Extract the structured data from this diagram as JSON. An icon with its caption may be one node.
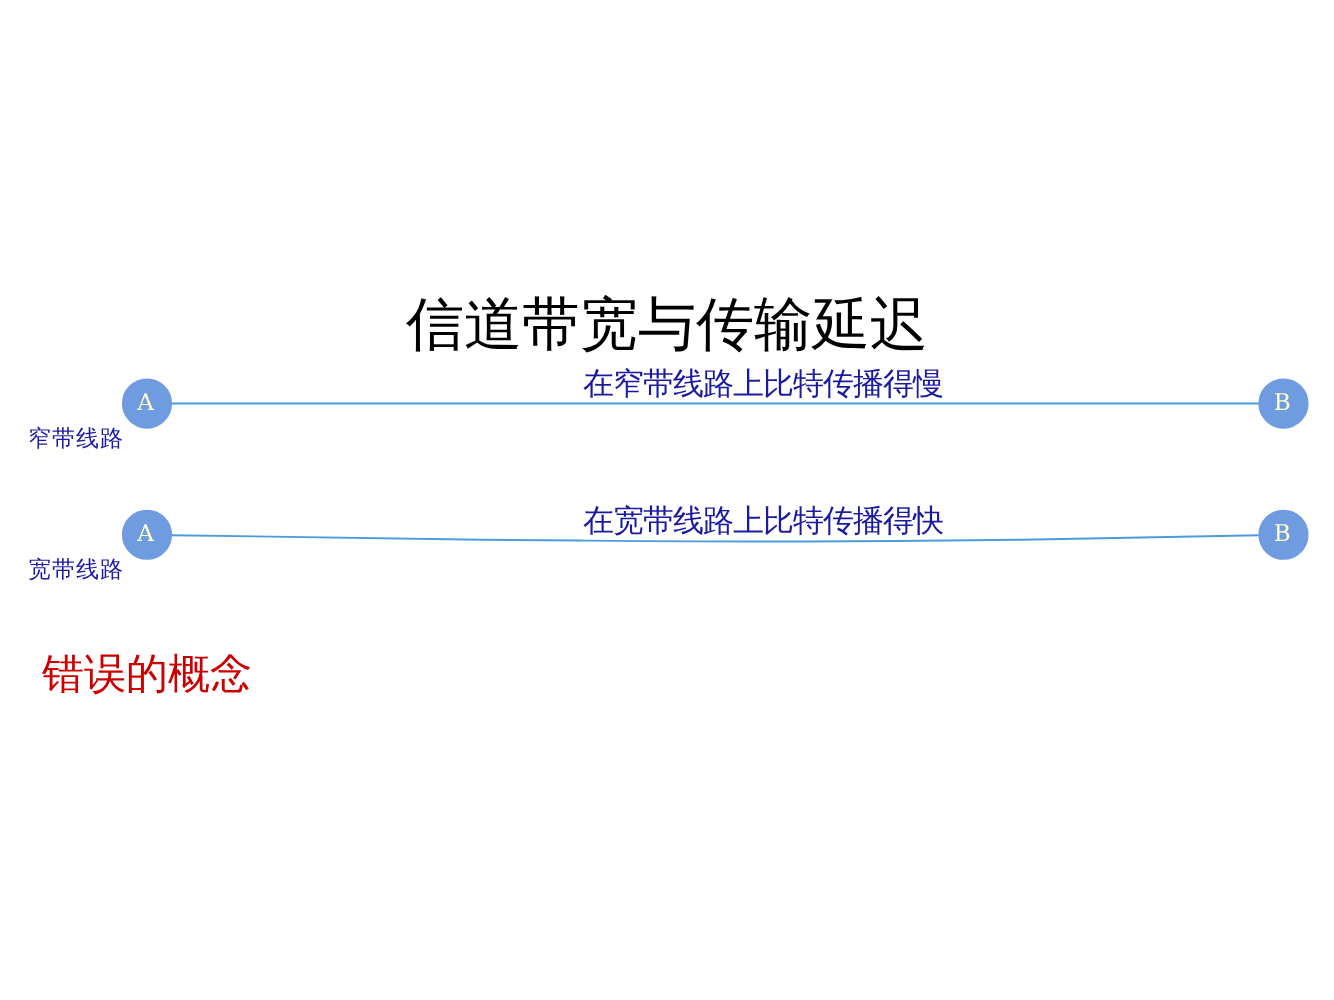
{
  "diagram": {
    "title": "信道带宽与传输延迟",
    "nodes": [
      {
        "text": [
          "A"
        ],
        "beside": [
          "宽带线路"
        ]
      },
      {
        "text": [
          "B"
        ]
      },
      {
        "text": [
          "A"
        ],
        "beside": [
          "窄带线路"
        ]
      },
      {
        "text": [
          "B"
        ]
      }
    ],
    "edges": [
      {
        "from": 0,
        "to": 1,
        "arrow": "none",
        "label": "在宽带线路上比特传播得快"
      },
      {
        "from": 2,
        "to": 3,
        "arrow": "none",
        "label": "在窄带线路上比特传播得慢"
      }
    ],
    "labels": [
      "错误的概念"
    ]
  }
}
